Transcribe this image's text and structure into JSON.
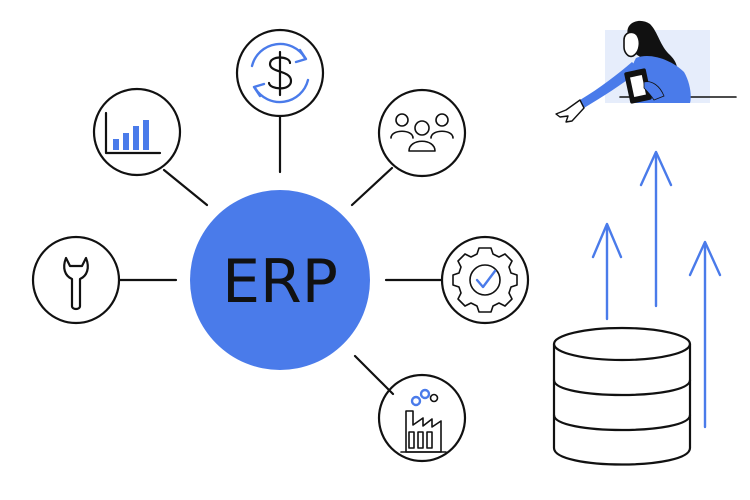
{
  "hub": {
    "label": "ERP"
  },
  "colors": {
    "accent": "#4a7bea",
    "ink": "#111111",
    "background": "#ffffff",
    "panel": "#e6edfb",
    "skin": "#ffffff"
  },
  "nodes": [
    {
      "id": "finance",
      "icon": "dollar-cycle-icon"
    },
    {
      "id": "analytics",
      "icon": "bar-chart-icon"
    },
    {
      "id": "team",
      "icon": "people-group-icon"
    },
    {
      "id": "maintenance",
      "icon": "wrench-icon"
    },
    {
      "id": "settings",
      "icon": "gear-check-icon"
    },
    {
      "id": "manufacturing",
      "icon": "factory-icon"
    }
  ],
  "illustrations": [
    {
      "id": "analyst",
      "icon": "person-with-clipboard-icon"
    },
    {
      "id": "storage",
      "icon": "database-icon"
    },
    {
      "id": "growth",
      "icon": "up-arrows-icon"
    }
  ]
}
